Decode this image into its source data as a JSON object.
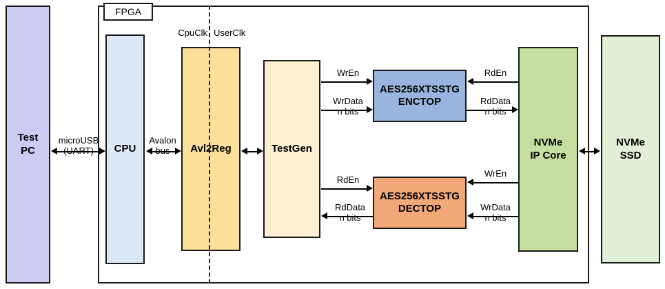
{
  "diagram": {
    "title": "FPGA NVMe AES256 XTS Test System Block Diagram",
    "fpga_label": "FPGA",
    "clock_domains": {
      "left": "CpuClk",
      "right": "UserClk"
    }
  },
  "blocks": {
    "test_pc": {
      "label": "Test\nPC",
      "color": "#ccccf5"
    },
    "cpu": {
      "label": "CPU",
      "color": "#dce9f5"
    },
    "avl2reg": {
      "label": "Avl2Reg",
      "color": "#fce09a"
    },
    "testgen": {
      "label": "TestGen",
      "color": "#fcefd2"
    },
    "enctop": {
      "label": "AES256XTSSTG\nENCTOP",
      "color": "#9ab5dd"
    },
    "dectop": {
      "label": "AES256XTSSTG\nDECTOP",
      "color": "#f2a878"
    },
    "nvme_ip_core": {
      "label": "NVMe\nIP Core",
      "color": "#c6dfa0"
    },
    "nvme_ssd": {
      "label": "NVMe\nSSD",
      "color": "#e0efd5"
    }
  },
  "connections": {
    "pc_to_cpu": "microUSB\n(UART)",
    "cpu_to_avl2reg": "Avalon\nbus",
    "avl2reg_to_testgen": "",
    "testgen_enc_wren": "WrEn",
    "testgen_enc_wrdata": "WrData\nn bits",
    "enc_nvme_rden": "RdEn",
    "enc_nvme_rddata": "RdData\nn bits",
    "testgen_dec_rden": "RdEn",
    "dec_testgen_rddata": "RdData\nn bits",
    "nvme_dec_wren": "WrEn",
    "nvme_dec_wrdata": "WrData\nn bits",
    "nvme_to_ssd": ""
  }
}
